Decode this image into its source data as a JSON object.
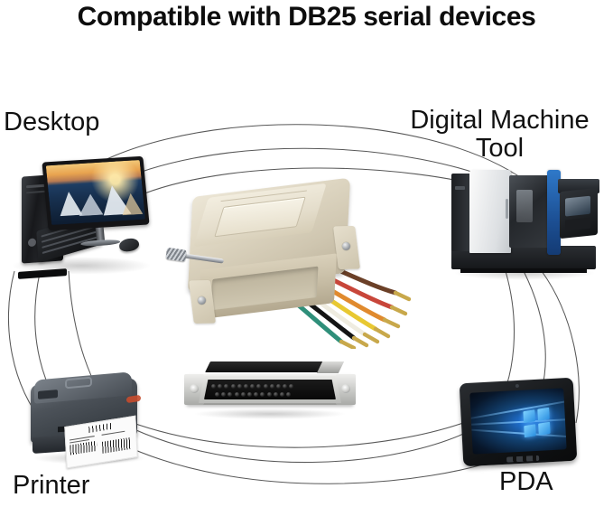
{
  "title": "Compatible with DB25 serial devices",
  "labels": {
    "desktop": "Desktop",
    "digital_machine_tool": "Digital Machine Tool",
    "printer": "Printer",
    "pda": "PDA"
  },
  "product": {
    "name": "DB25 to RJ45 serial adapter",
    "housing_color": "#ded6c2",
    "connector_name": "DB25 female connector",
    "pin_count": 25,
    "pin_rows": [
      13,
      12
    ],
    "thumbscrew": "knurled jackscrew",
    "wire_colors": [
      "#6b4028",
      "#c8463a",
      "#e08a2e",
      "#e8c832",
      "#f2f0e6",
      "#1a1a1a",
      "#2f8f7a"
    ],
    "terminal_color": "#c8a84b"
  },
  "diagram": {
    "type": "hub-and-spoke device compatibility graphic",
    "center_device": "DB25 serial adapter",
    "connector_line_color": "#4a4a4a",
    "background": "#ffffff",
    "nodes": [
      {
        "id": "desktop",
        "label": "Desktop",
        "position": "top-left"
      },
      {
        "id": "digital-machine-tool",
        "label": "Digital Machine Tool",
        "position": "top-right"
      },
      {
        "id": "printer",
        "label": "Printer",
        "position": "bottom-left"
      },
      {
        "id": "pda",
        "label": "PDA",
        "position": "bottom-right"
      }
    ]
  },
  "device_details": {
    "desktop": {
      "parts": [
        "tower",
        "widescreen monitor",
        "keyboard",
        "mouse"
      ],
      "wallpaper": "mountain landscape at dusk"
    },
    "digital_machine_tool": {
      "body_color": "#f0f1f2",
      "accent_color": "#1c4f93",
      "base_color": "#15171a",
      "parts": [
        "enclosure door",
        "viewing window",
        "control panel"
      ]
    },
    "printer": {
      "type": "thermal label printer",
      "body_color": "#3a4046",
      "output": "barcode label"
    },
    "pda": {
      "type": "rugged tablet",
      "screen": "Windows logo on blue rays",
      "body_color": "#111315"
    }
  }
}
